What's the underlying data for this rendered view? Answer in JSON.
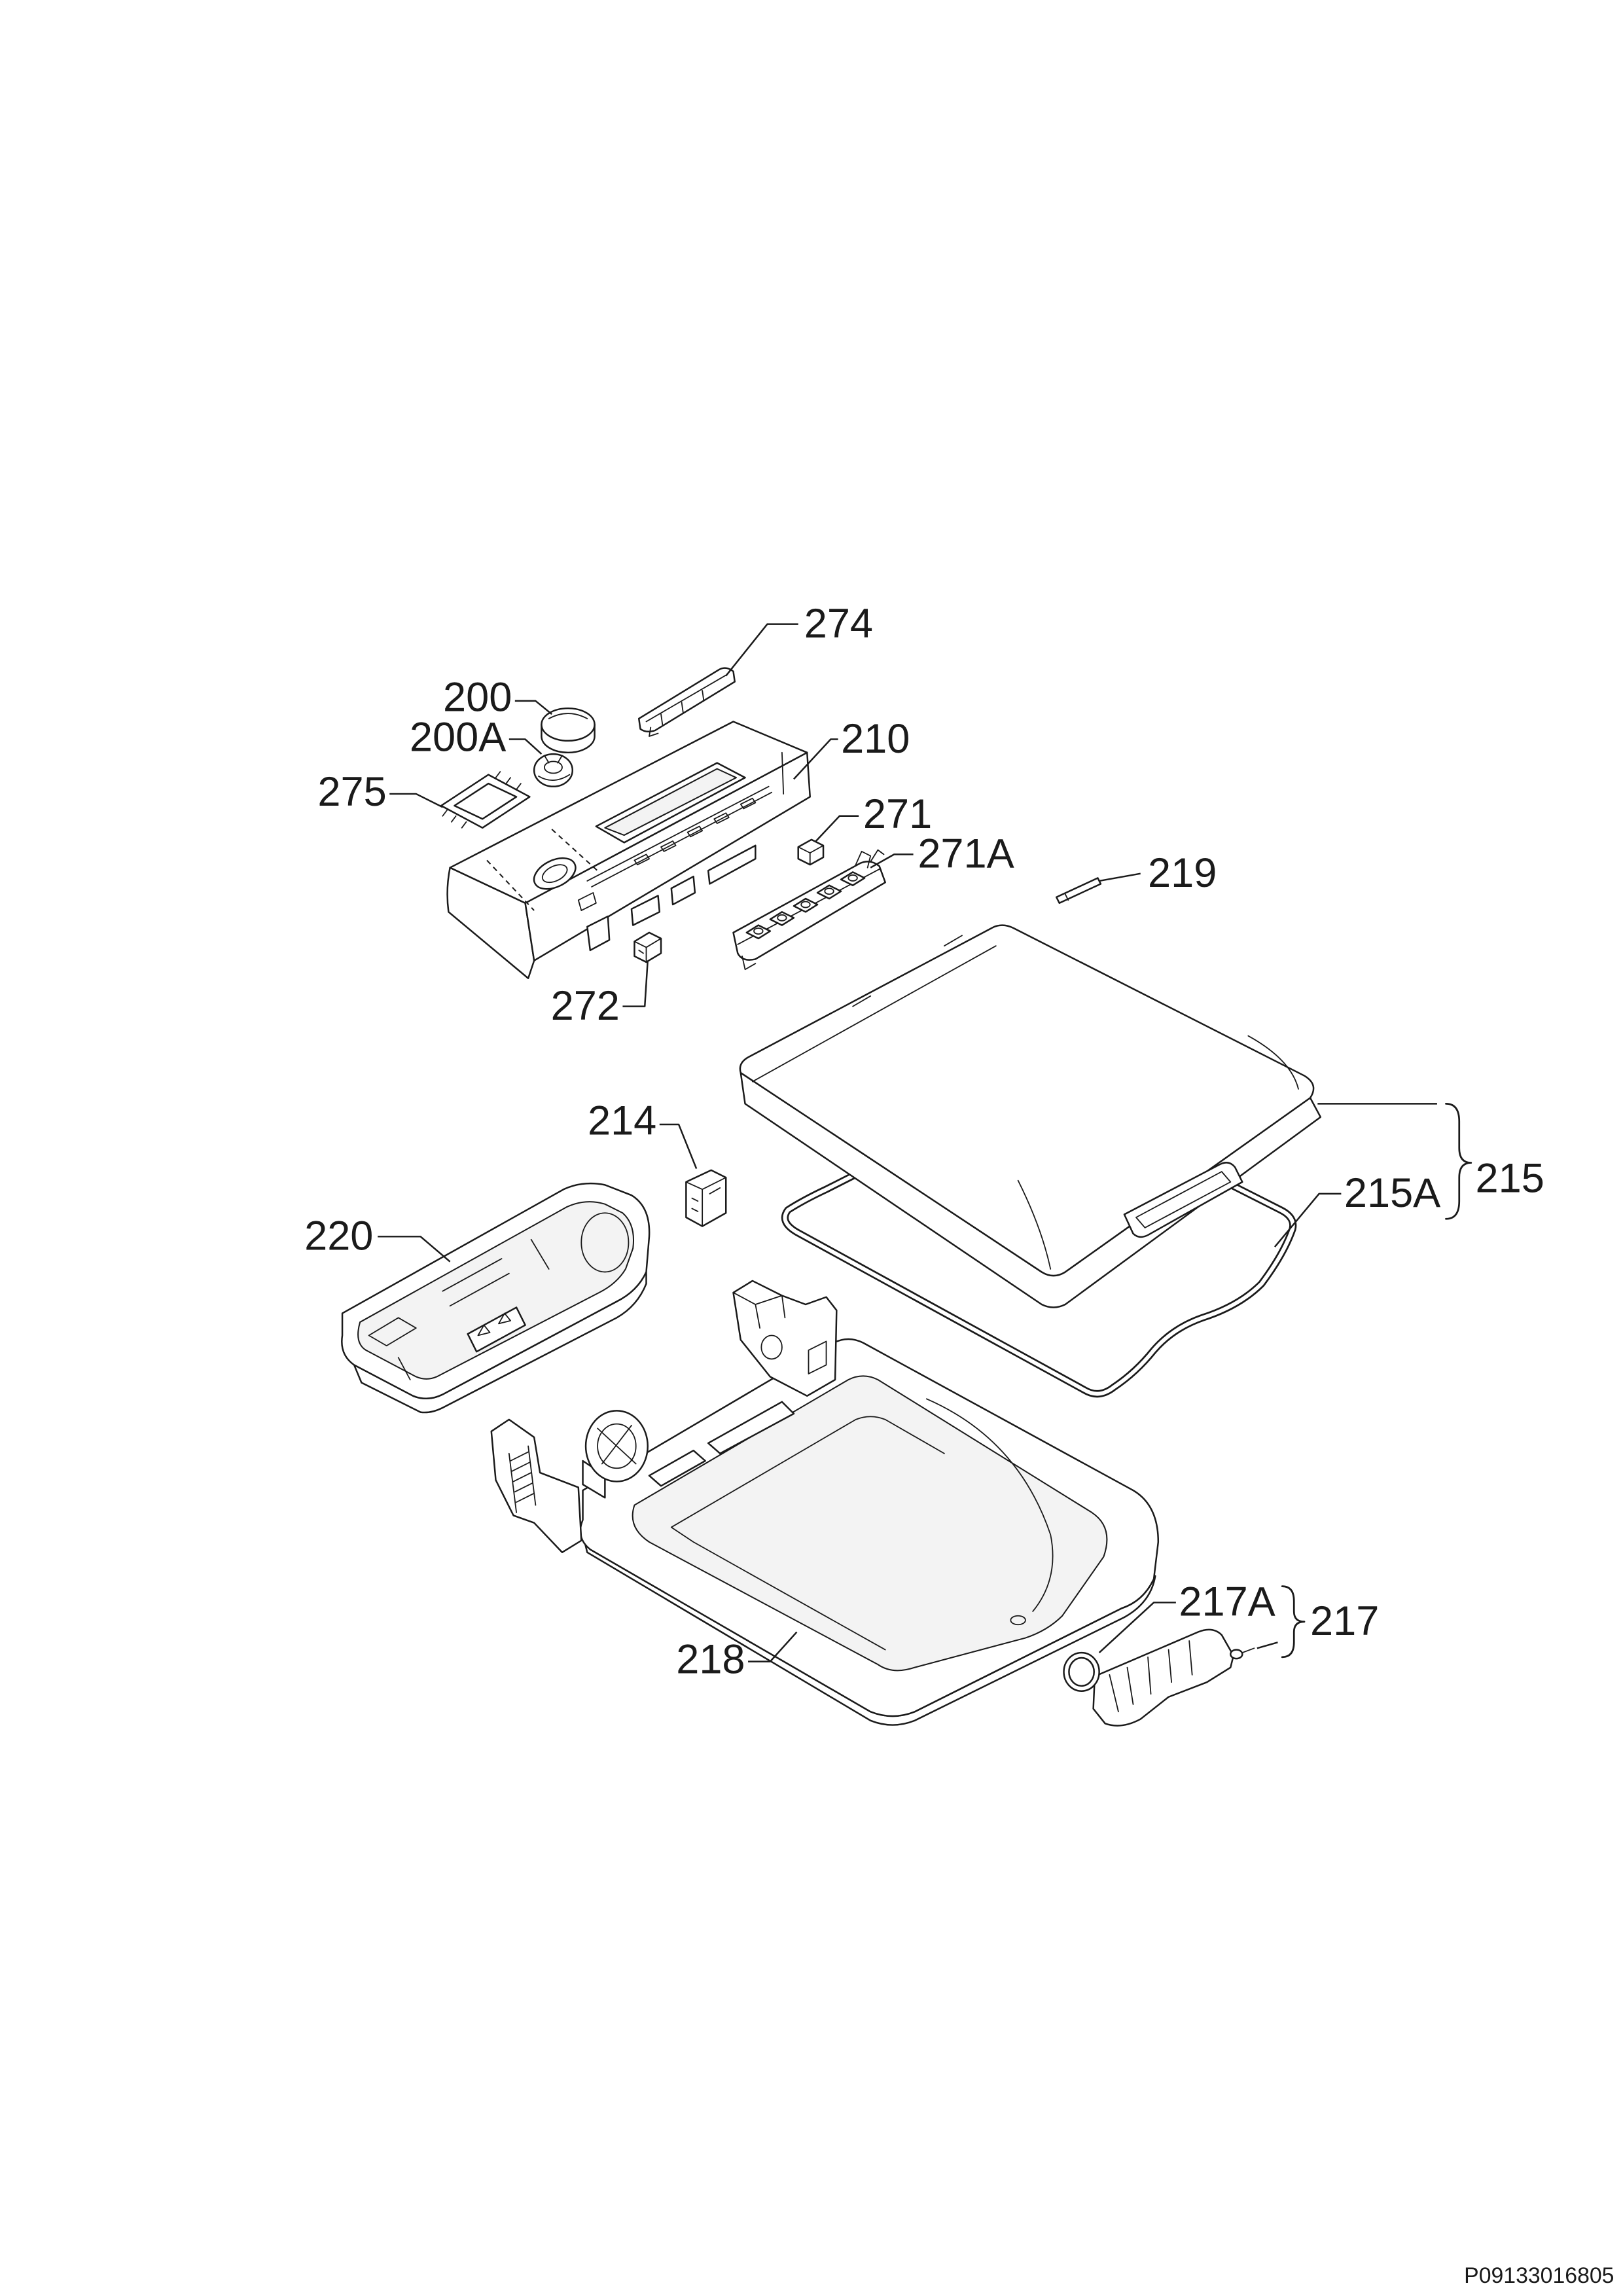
{
  "callouts": {
    "c200": "200",
    "c200A": "200A",
    "c210": "210",
    "c214": "214",
    "c215": "215",
    "c215A": "215A",
    "c217": "217",
    "c217A": "217A",
    "c218": "218",
    "c219": "219",
    "c220": "220",
    "c271": "271",
    "c271A": "271A",
    "c272": "272",
    "c274": "274",
    "c275": "275"
  },
  "drawing_number": "P09133016805",
  "colors": {
    "line": "#1a1a1a",
    "background": "#ffffff"
  }
}
